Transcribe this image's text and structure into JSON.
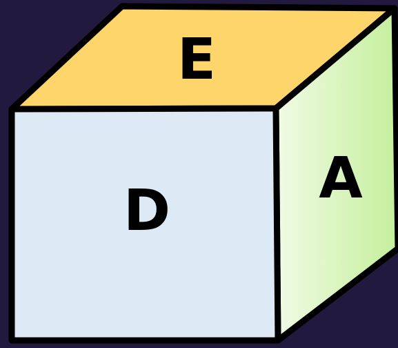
{
  "cube": {
    "faces": {
      "front": {
        "label": "D",
        "color": "#dde9f5"
      },
      "top": {
        "label": "E",
        "color": "#fdd56b"
      },
      "side": {
        "label": "A",
        "color_light": "#f1fbe5",
        "color_dark": "#c4ef9c"
      }
    },
    "edge_color": "#000000",
    "background_color": "#211a3e"
  }
}
